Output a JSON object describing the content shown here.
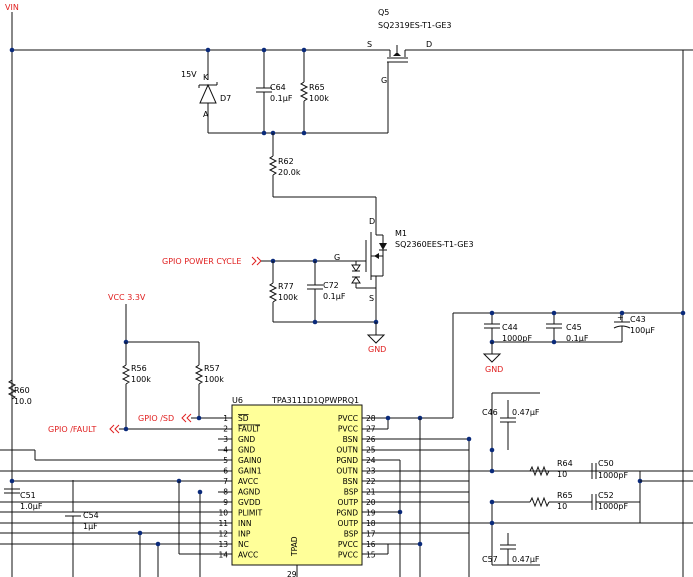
{
  "nets": {
    "vin": "VIN",
    "vcc33": "VCC 3.3V",
    "gpio_power_cycle": "GPIO POWER CYCLE",
    "gpio_sd": "GPIO /SD",
    "gpio_fault": "GPIO /FAULT",
    "gnd_left": "GND",
    "gnd_right": "GND"
  },
  "q5": {
    "ref": "Q5",
    "part": "SQ2319ES-T1-GE3",
    "s": "S",
    "d": "D",
    "g": "G"
  },
  "m1": {
    "ref": "M1",
    "part": "SQ2360EES-T1-GE3",
    "d": "D",
    "g": "G",
    "s": "S"
  },
  "d7": {
    "ref": "D7",
    "value": "15V",
    "k": "K",
    "a": "A"
  },
  "parts": {
    "c64": {
      "ref": "C64",
      "value": "0.1µF"
    },
    "r65": {
      "ref": "R65",
      "value": "100k"
    },
    "r62": {
      "ref": "R62",
      "value": "20.0k"
    },
    "r77": {
      "ref": "R77",
      "value": "100k"
    },
    "c72": {
      "ref": "C72",
      "value": "0.1µF"
    },
    "c44": {
      "ref": "C44",
      "value": "1000pF"
    },
    "c45": {
      "ref": "C45",
      "value": "0.1µF"
    },
    "c43": {
      "ref": "C43",
      "value": "100µF"
    },
    "r56": {
      "ref": "R56",
      "value": "100k"
    },
    "r57": {
      "ref": "R57",
      "value": "100k"
    },
    "r60": {
      "ref": "R60",
      "value": "10.0"
    },
    "c51": {
      "ref": "C51",
      "value": "1.0µF"
    },
    "c54": {
      "ref": "C54",
      "value": "1µF"
    },
    "c46": {
      "ref": "C46",
      "value": "0.47µF"
    },
    "r64": {
      "ref": "R64",
      "value": "10"
    },
    "c50": {
      "ref": "C50",
      "value": "1000pF"
    },
    "r65b": {
      "ref": "R65",
      "value": "10"
    },
    "c52": {
      "ref": "C52",
      "value": "1000pF"
    },
    "c57": {
      "ref": "C57",
      "value": "0.47µF"
    }
  },
  "u6": {
    "ref": "U6",
    "part": "TPA3111D1QPWPRQ1",
    "tpad": "TPAD",
    "pad_pin": "29",
    "left_pins": [
      {
        "num": "1",
        "name": "SD"
      },
      {
        "num": "2",
        "name": "FAULT"
      },
      {
        "num": "3",
        "name": "GND"
      },
      {
        "num": "4",
        "name": "GND"
      },
      {
        "num": "5",
        "name": "GAIN0"
      },
      {
        "num": "6",
        "name": "GAIN1"
      },
      {
        "num": "7",
        "name": "AVCC"
      },
      {
        "num": "8",
        "name": "AGND"
      },
      {
        "num": "9",
        "name": "GVDD"
      },
      {
        "num": "10",
        "name": "PLIMIT"
      },
      {
        "num": "11",
        "name": "INN"
      },
      {
        "num": "12",
        "name": "INP"
      },
      {
        "num": "13",
        "name": "NC"
      },
      {
        "num": "14",
        "name": "AVCC"
      }
    ],
    "right_pins": [
      {
        "num": "28",
        "name": "PVCC"
      },
      {
        "num": "27",
        "name": "PVCC"
      },
      {
        "num": "26",
        "name": "BSN"
      },
      {
        "num": "25",
        "name": "OUTN"
      },
      {
        "num": "24",
        "name": "PGND"
      },
      {
        "num": "23",
        "name": "OUTN"
      },
      {
        "num": "22",
        "name": "BSN"
      },
      {
        "num": "21",
        "name": "BSP"
      },
      {
        "num": "20",
        "name": "OUTP"
      },
      {
        "num": "19",
        "name": "PGND"
      },
      {
        "num": "18",
        "name": "OUTP"
      },
      {
        "num": "17",
        "name": "BSP"
      },
      {
        "num": "16",
        "name": "PVCC"
      },
      {
        "num": "15",
        "name": "PVCC"
      }
    ]
  }
}
